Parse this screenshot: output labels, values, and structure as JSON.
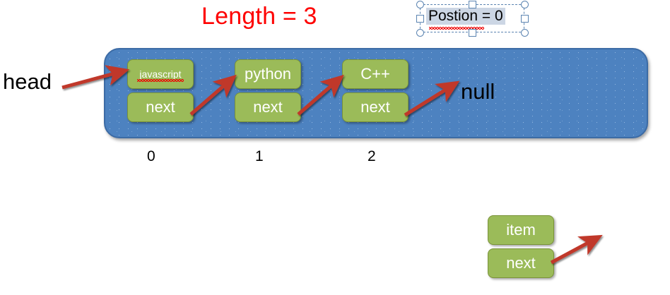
{
  "slide": {
    "title": "Length = 3",
    "title_color": "#fe0000",
    "panel_color": "#4d82c0",
    "node_color": "#9bbb59",
    "arrow_color": "#c0392b"
  },
  "position_box": {
    "text": "Postion = 0",
    "misspelled": true,
    "selected": true,
    "handles": [
      "top-left",
      "top-center",
      "top-right",
      "middle-left",
      "middle-right",
      "bottom-left",
      "bottom-center",
      "bottom-right"
    ]
  },
  "labels": {
    "head": "head",
    "null": "null"
  },
  "linked_list": {
    "indices": [
      "0",
      "1",
      "2"
    ],
    "nodes": [
      {
        "item": "javascript",
        "next": "next",
        "misspelled": true
      },
      {
        "item": "python",
        "next": "next",
        "misspelled": false
      },
      {
        "item": "C++",
        "next": "next",
        "misspelled": false
      }
    ]
  },
  "node_template": {
    "item": "item",
    "next": "next"
  }
}
